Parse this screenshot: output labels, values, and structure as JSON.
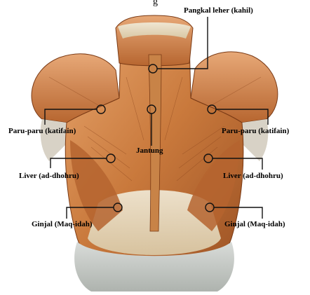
{
  "diagram": {
    "top_text_fragment": "g",
    "labels": {
      "neck": "Pangkal leher (kahil)",
      "lung_left": "Paru-paru (katifain)",
      "lung_right": "Paru-paru (katifain)",
      "heart": "Jantung",
      "liver_left": "Liver (ad-dhohru)",
      "liver_right": "Liver (ad-dhohru)",
      "kidney_left": "Ginjal (Maq-idah)",
      "kidney_right": "Ginjal (Maq-idah)"
    },
    "colors": {
      "muscle": "#c9793c",
      "muscle_dark": "#8f4a1e",
      "muscle_light": "#e4a06a",
      "tendon": "#e8dcc2",
      "spine": "#bf7a3c",
      "pelvis": "#c8ccc8",
      "marker": "#111111",
      "text": "#000000"
    }
  }
}
